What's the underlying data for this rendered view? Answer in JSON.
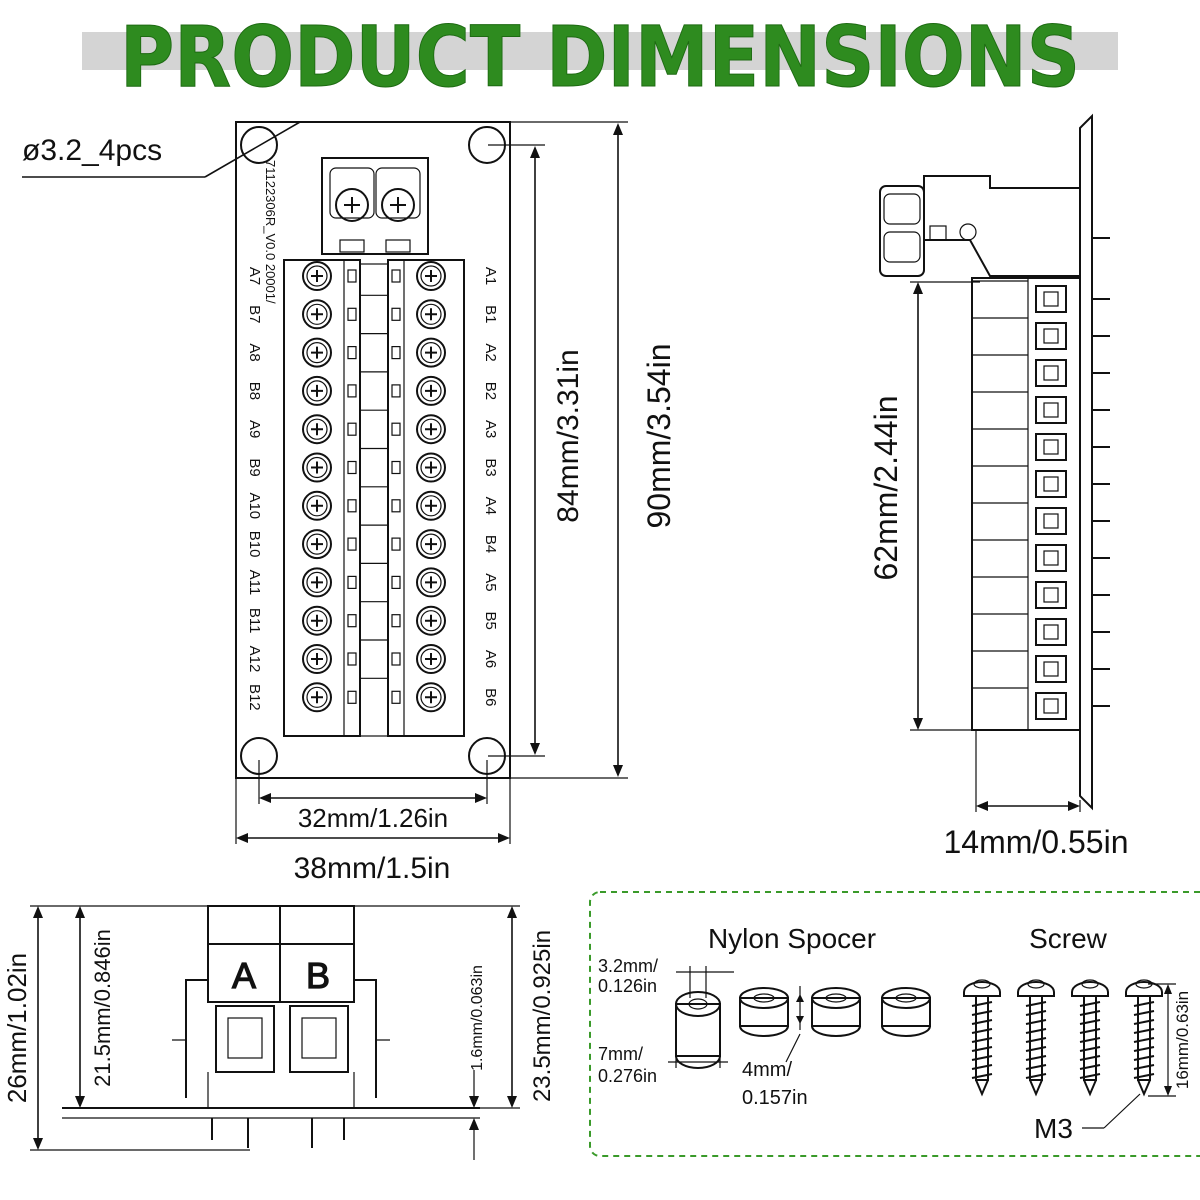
{
  "title": {
    "line": "PRODUCT DIMENSIONS",
    "shadow": "PRODUCT DIMENSIONS",
    "color": "#2e8b1f"
  },
  "front_view": {
    "hole_callout": "ø3.2_4pcs",
    "board_code": "71122306R_V0.0 20001/",
    "left_labels": [
      "A7",
      "B7",
      "A8",
      "B8",
      "A9",
      "B9",
      "A10",
      "B10",
      "A11",
      "B11",
      "A12",
      "B12"
    ],
    "right_labels": [
      "A1",
      "B1",
      "A2",
      "B2",
      "A3",
      "B3",
      "A4",
      "B4",
      "A5",
      "B5",
      "A6",
      "B6"
    ],
    "dim_hole_height": "84mm/3.31in",
    "dim_total_height": "90mm/3.54in",
    "dim_hole_width": "32mm/1.26in",
    "dim_total_width": "38mm/1.5in"
  },
  "side_view": {
    "dim_height": "62mm/2.44in",
    "dim_depth": "14mm/0.55in"
  },
  "connector_view": {
    "label_a": "A",
    "label_b": "B",
    "dim_total": "26mm/1.02in",
    "dim_body": "21.5mm/0.846in",
    "dim_pcb": "1.6mm/0.063in",
    "dim_upper": "23.5mm/0.925in"
  },
  "accessories": {
    "border_color": "#3a9a2a",
    "spacer_title": "Nylon Spocer",
    "screw_title": "Screw",
    "dim_inner": "3.2mm/",
    "dim_inner_in": "0.126in",
    "dim_outer": "7mm/",
    "dim_outer_in": "0.276in",
    "dim_height": "4mm/",
    "dim_height_in": "0.157in",
    "dim_screw": "16mm/0.63in",
    "screw_size": "M3"
  }
}
